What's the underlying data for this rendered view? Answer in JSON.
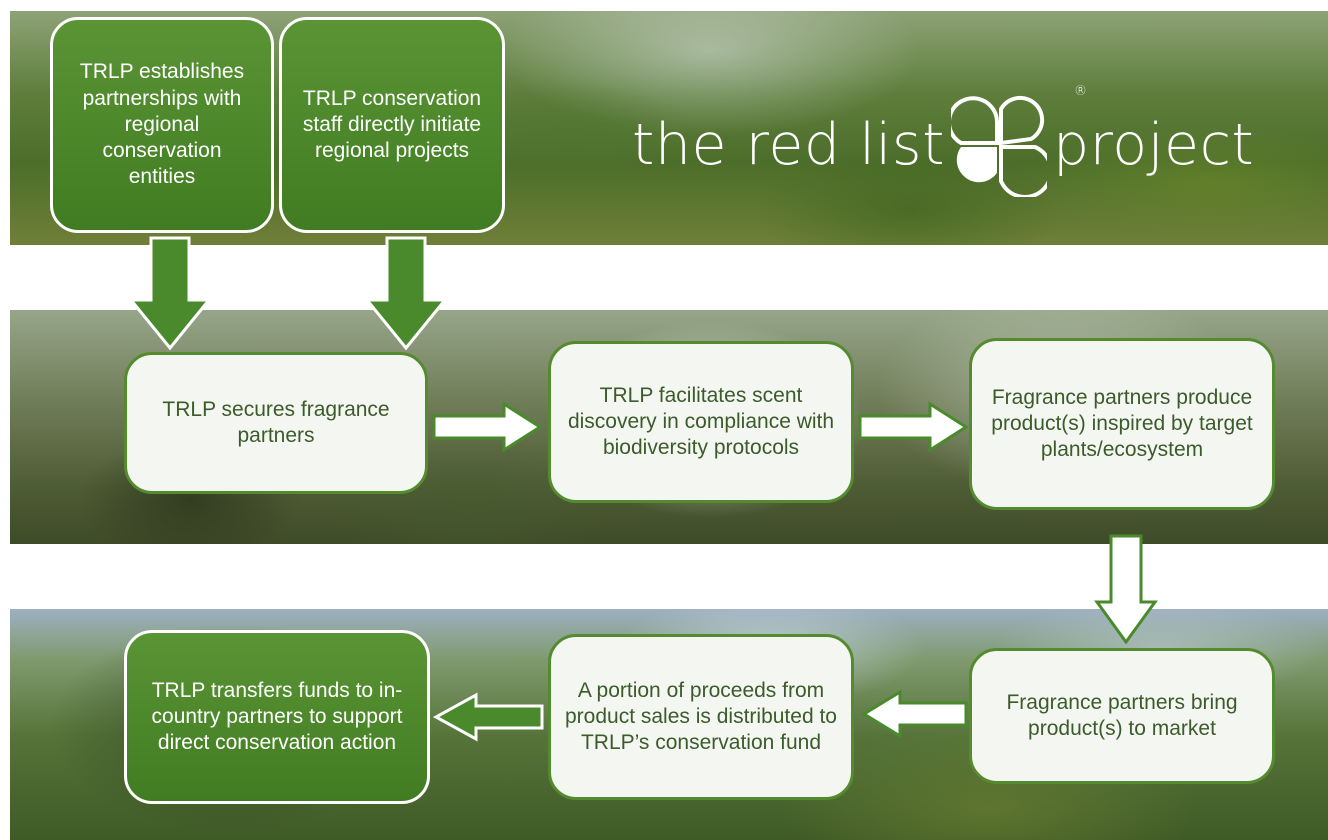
{
  "brand": {
    "logo_text_left": "the red list",
    "logo_text_right": "project",
    "registered_mark": "®",
    "color_green": "#4a8a2c",
    "color_text_dark": "#3c5b2a"
  },
  "steps": {
    "establishes_partnerships": "TRLP establishes partnerships with regional conservation entities",
    "staff_initiate": "TRLP conservation staff directly initiate regional projects",
    "secures_partners": "TRLP secures fragrance partners",
    "scent_discovery": "TRLP facilitates scent discovery in compliance with biodiversity protocols",
    "produce_products": "Fragrance partners produce product(s) inspired by target plants/ecosystem",
    "bring_to_market": "Fragrance partners bring product(s) to market",
    "proceeds_distributed": "A portion of proceeds from product sales is distributed to TRLP’s conservation fund",
    "transfers_funds": "TRLP transfers funds to in-country partners to support direct conservation action"
  }
}
